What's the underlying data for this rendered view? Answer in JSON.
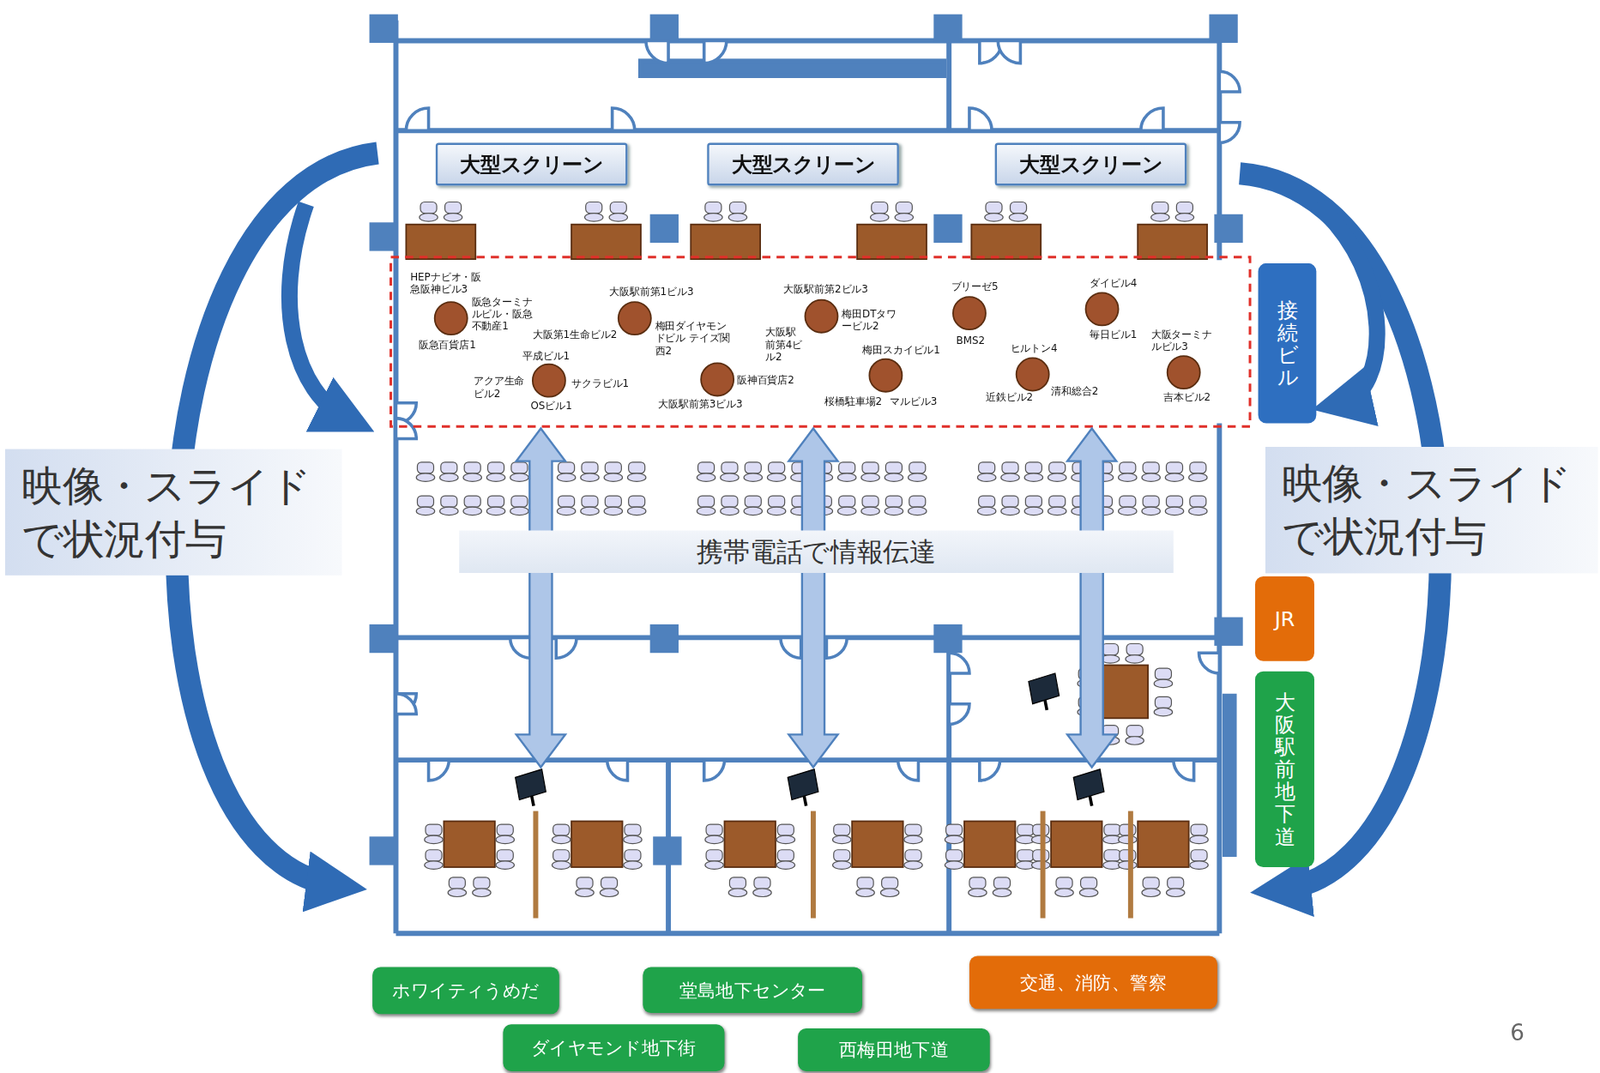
{
  "diagram": {
    "nodes": [
      {
        "text": [
          "大型スクリーン"
        ]
      },
      {
        "text": [
          "大型スクリーン"
        ]
      },
      {
        "text": [
          "大型スクリーン"
        ]
      },
      {
        "text": [
          "接続ビル"
        ]
      },
      {
        "text": [
          "映像・スライド で状況付与"
        ]
      },
      {
        "text": [
          "映像・スライド で状況付与"
        ]
      },
      {
        "text": [
          "携帯電話で情報伝達"
        ]
      },
      {
        "text": [
          "JR"
        ]
      },
      {
        "text": [
          "大阪駅前地下道"
        ]
      },
      {
        "text": [
          "ホワイティうめだ"
        ]
      },
      {
        "text": [
          "堂島地下センター"
        ]
      },
      {
        "text": [
          "交通、消防、警察"
        ]
      },
      {
        "text": [
          "ダイヤモンド地下街"
        ]
      },
      {
        "text": [
          "西梅田地下道"
        ]
      }
    ],
    "labels": [
      "HEPナビオ・阪急阪神ビル3",
      "阪急ターミナルビル・阪急不動産1",
      "阪急百貨店1",
      "大阪駅前第1ビル3",
      "大阪第1生命ビル2",
      "梅田ダイヤモンドビル テイズ関西2",
      "平成ビル1",
      "アクア生命ビル2",
      "サクラビル1",
      "OSビル1",
      "阪神百貨店2",
      "大阪駅前第3ビル3",
      "大阪駅前第2ビル3",
      "梅田DTタワービル2",
      "大阪駅前第4ビル2",
      "梅田スカイビル1",
      "桜橋駐車場2",
      "マルビル3",
      "ブリーゼ5",
      "BMS2",
      "ヒルトン4",
      "近鉄ビル2",
      "清和総合2",
      "ダイビル4",
      "毎日ビル1",
      "大阪ターミナルビル3",
      "吉本ビル2",
      "6"
    ]
  }
}
